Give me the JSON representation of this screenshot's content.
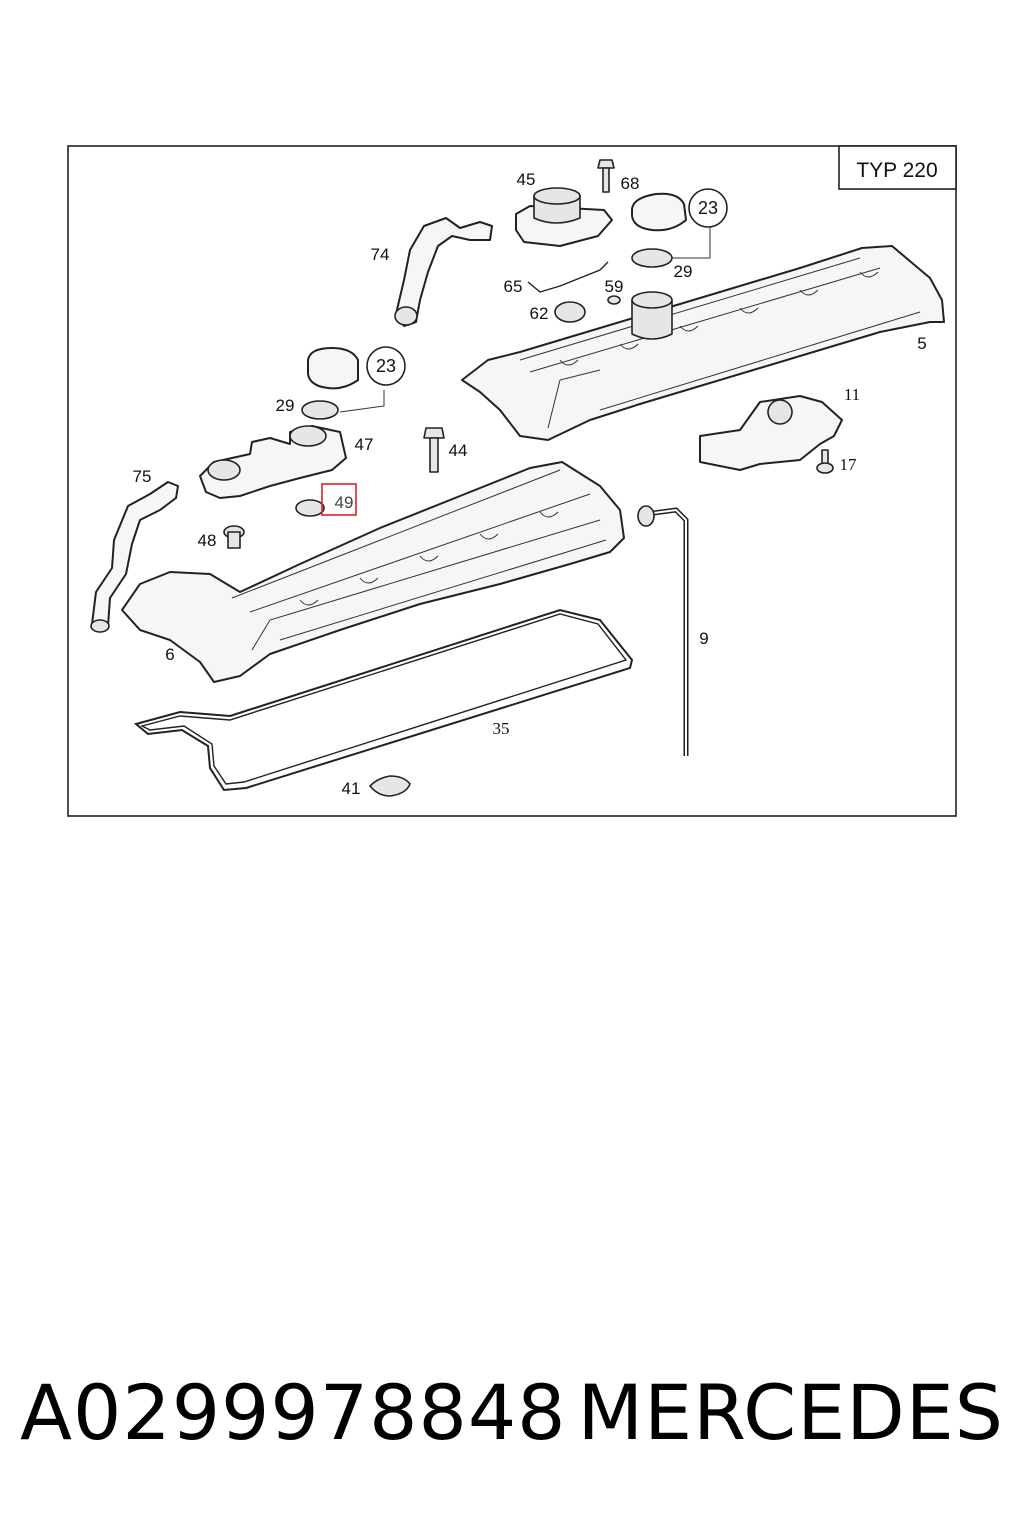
{
  "diagram": {
    "type_label": "TYP 220",
    "highlight_color": "#d9252a",
    "circle_callouts": [
      "23",
      "23"
    ],
    "labels": {
      "p45": "45",
      "p68": "68",
      "p74": "74",
      "p29a": "29",
      "p65": "65",
      "p59": "59",
      "p62": "62",
      "p5": "5",
      "p29b": "29",
      "p47": "47",
      "p44": "44",
      "p11": "11",
      "p17": "17",
      "p75": "75",
      "p49": "49",
      "p48": "48",
      "p6": "6",
      "p9": "9",
      "p35": "35",
      "p41": "41"
    }
  },
  "footer": {
    "part_number": "A0299978848",
    "brand": "MERCEDES"
  }
}
